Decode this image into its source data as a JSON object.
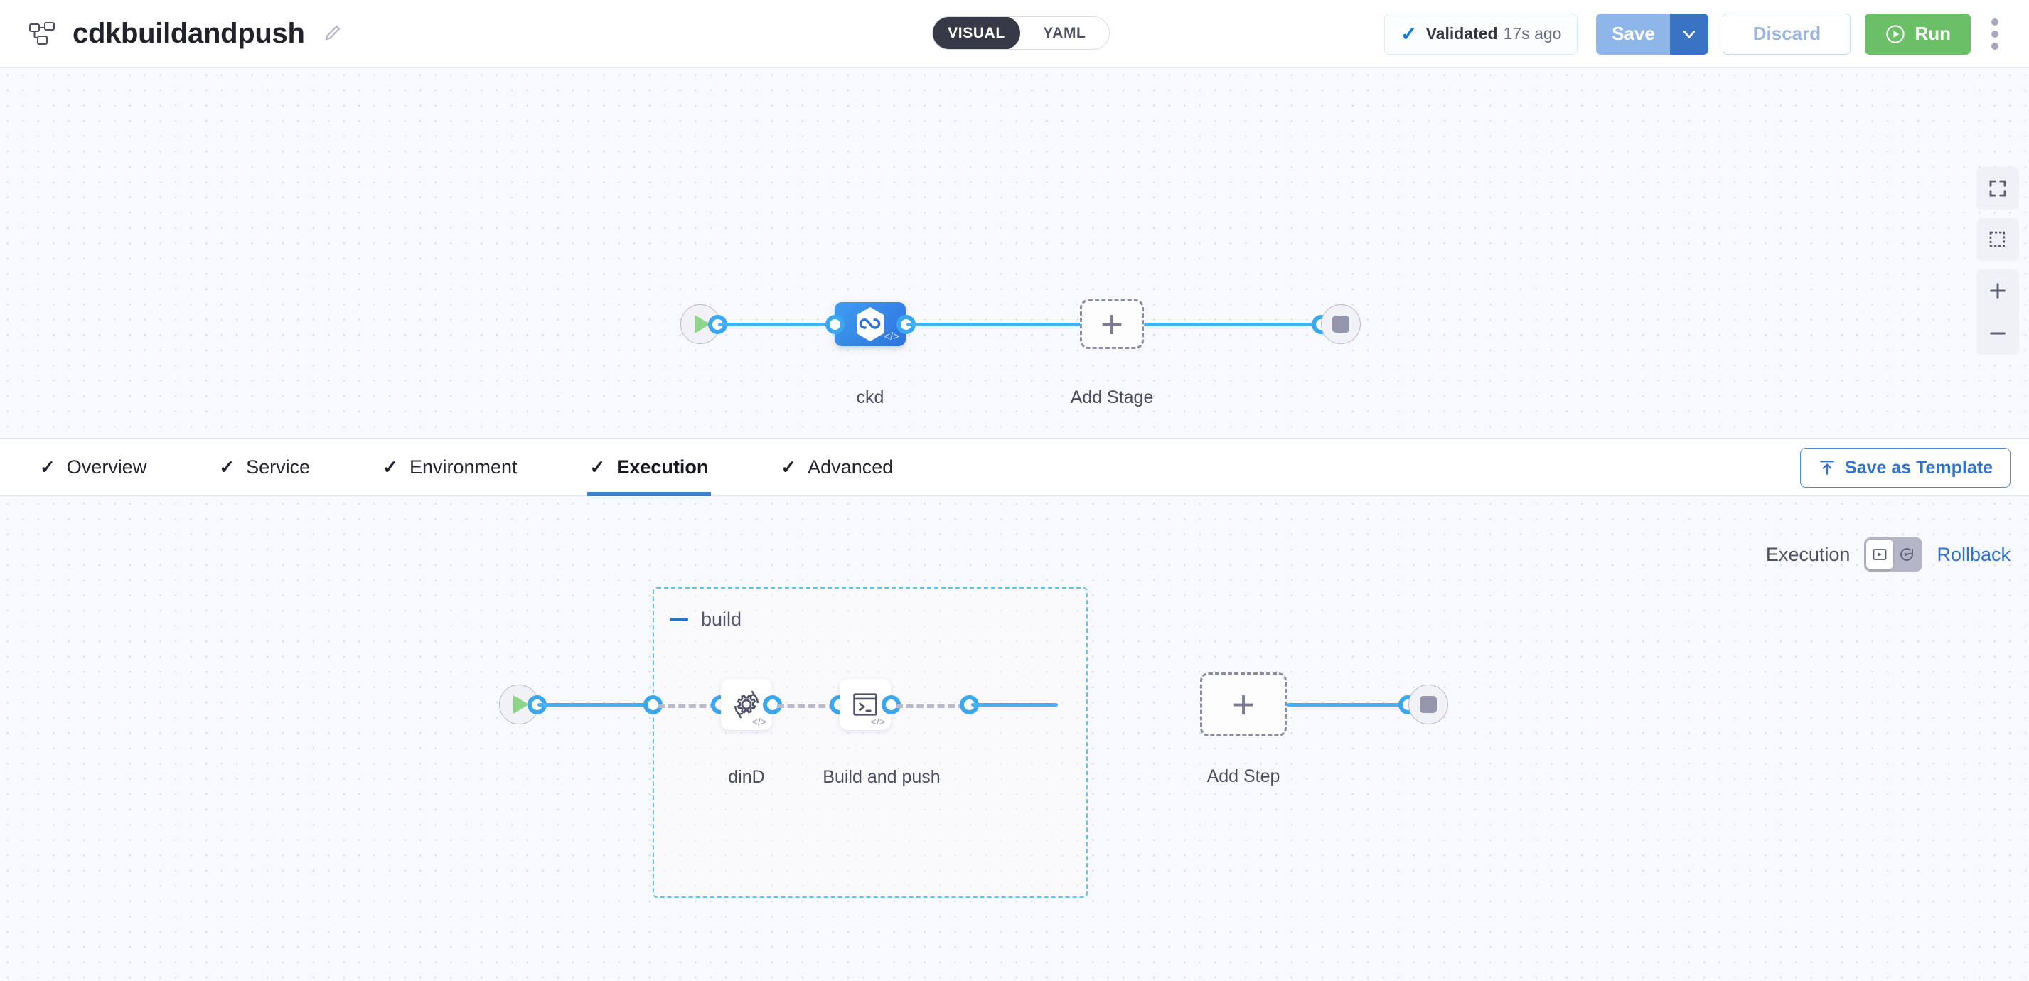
{
  "header": {
    "pipeline_icon": "pipeline-nodes-icon",
    "title": "cdkbuildandpush",
    "edit_icon": "pencil-icon",
    "mode_toggle": {
      "visual": "VISUAL",
      "yaml": "YAML",
      "selected": "VISUAL"
    },
    "validated": {
      "icon": "check-icon",
      "label": "Validated",
      "time": "17s ago"
    },
    "save_label": "Save",
    "save_caret_icon": "chevron-down-icon",
    "discard_label": "Discard",
    "run_label": "Run",
    "run_icon": "play-circle-icon",
    "more_icon": "kebab-menu-icon"
  },
  "stage_canvas": {
    "start_icon": "play-icon",
    "end_icon": "stop-icon",
    "stage": {
      "name": "ckd",
      "icon": "harness-infinity-icon",
      "badge": "code-icon",
      "selected": true
    },
    "add_stage": {
      "label": "Add Stage",
      "icon": "plus-icon"
    },
    "controls": [
      {
        "name": "fit-to-screen-icon"
      },
      {
        "name": "selection-box-icon"
      },
      {
        "name": "zoom-in-icon"
      },
      {
        "name": "zoom-out-icon"
      }
    ]
  },
  "tabs": [
    {
      "label": "Overview",
      "check": "✓",
      "active": false
    },
    {
      "label": "Service",
      "check": "✓",
      "active": false
    },
    {
      "label": "Environment",
      "check": "✓",
      "active": false
    },
    {
      "label": "Execution",
      "check": "✓",
      "active": true
    },
    {
      "label": "Advanced",
      "check": "✓",
      "active": false
    }
  ],
  "save_as_template": {
    "label": "Save as Template",
    "icon": "upload-template-icon"
  },
  "execution_controls": {
    "execution_label": "Execution",
    "rollback_label": "Rollback",
    "toggle_left_icon": "execution-play-box-icon",
    "toggle_right_icon": "rollback-rotate-icon",
    "selected": "Execution"
  },
  "step_canvas": {
    "start_icon": "play-icon",
    "end_icon": "stop-icon",
    "group": {
      "title": "build",
      "collapse_icon": "minus-icon",
      "steps": [
        {
          "label": "dinD",
          "icon": "gear-rotate-icon",
          "badge": "code-icon"
        },
        {
          "label": "Build and push",
          "icon": "terminal-icon",
          "badge": "code-icon"
        }
      ]
    },
    "add_step": {
      "label": "Add Step",
      "icon": "plus-icon"
    }
  },
  "colors": {
    "accent_blue": "#3173cc",
    "edge_blue": "#48b0f0",
    "stage_blue": "#2f72df",
    "run_green": "#6bc067",
    "group_dash": "#5ec4f2",
    "canvas_bg": "#f8f9fc"
  }
}
